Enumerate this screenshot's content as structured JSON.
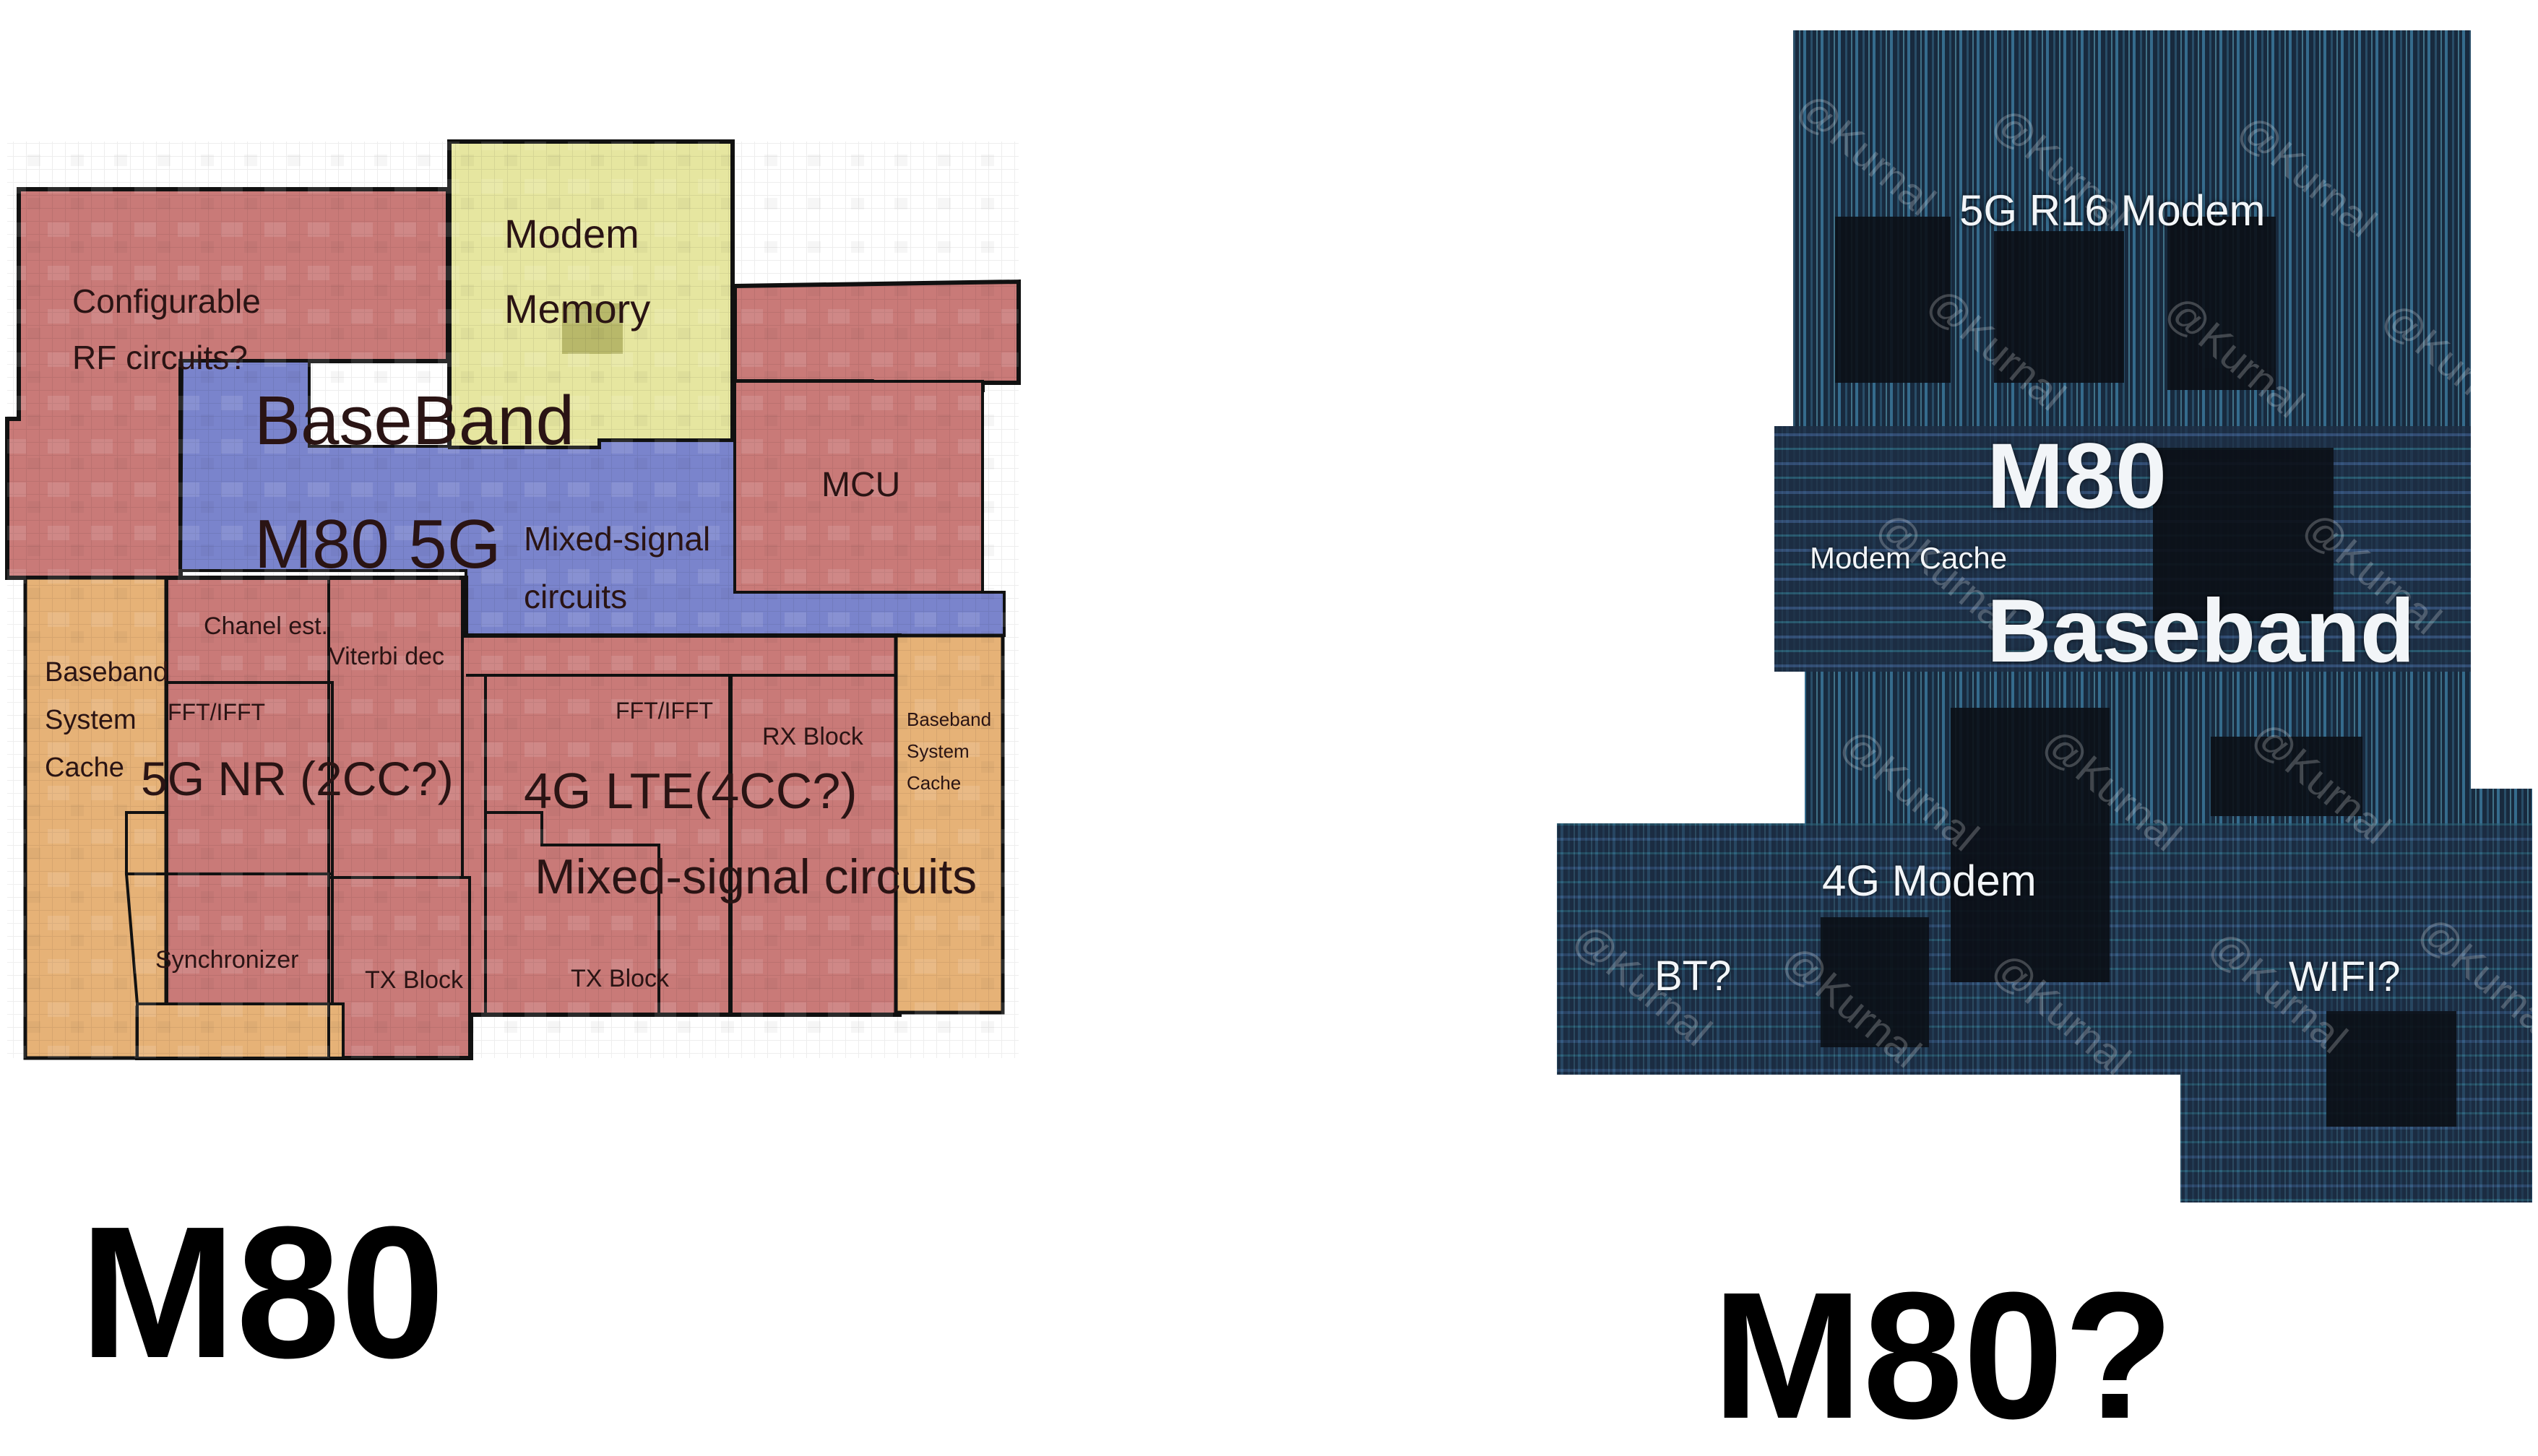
{
  "left_panel": {
    "caption": "M80",
    "blocks": {
      "configurable_rf": "Configurable\nRF circuits?",
      "modem_memory": "Modem\nMemory",
      "baseband_title": "BaseBand",
      "m80_5g": "M80 5G",
      "mixed_signal_top": "Mixed-signal\ncircuits",
      "mcu": "MCU",
      "chanel_est": "Chanel est.",
      "viterbi_dec": "Viterbi dec",
      "baseband_system_cache_left": "Baseband\nSystem\nCache",
      "fft_ifft_left": "FFT/IFFT",
      "nr_5g": "5G NR (2CC?)",
      "fft_ifft_right": "FFT/IFFT",
      "rx_block": "RX Block",
      "lte_4g": "4G LTE(4CC?)",
      "baseband_system_cache_right": "Baseband\nSystem\nCache",
      "mixed_signal_bottom": "Mixed-signal circuits",
      "synchronizer": "Synchronizer",
      "tx_block_left": "TX Block",
      "tx_block_right": "TX Block"
    },
    "colors": {
      "rf_red": "#c97a78",
      "memory_yellow": "#e6e6a0",
      "baseband_blue": "#7a84cc",
      "cache_orange": "#e6b277"
    }
  },
  "right_panel": {
    "caption": "M80?",
    "labels": {
      "modem_5g": "5G R16 Modem",
      "m80": "M80",
      "modem_cache": "Modem Cache",
      "baseband": "Baseband",
      "modem_4g": "4G Modem",
      "bt": "BT?",
      "wifi": "WIFI?"
    },
    "watermark": "@Kurnal"
  }
}
